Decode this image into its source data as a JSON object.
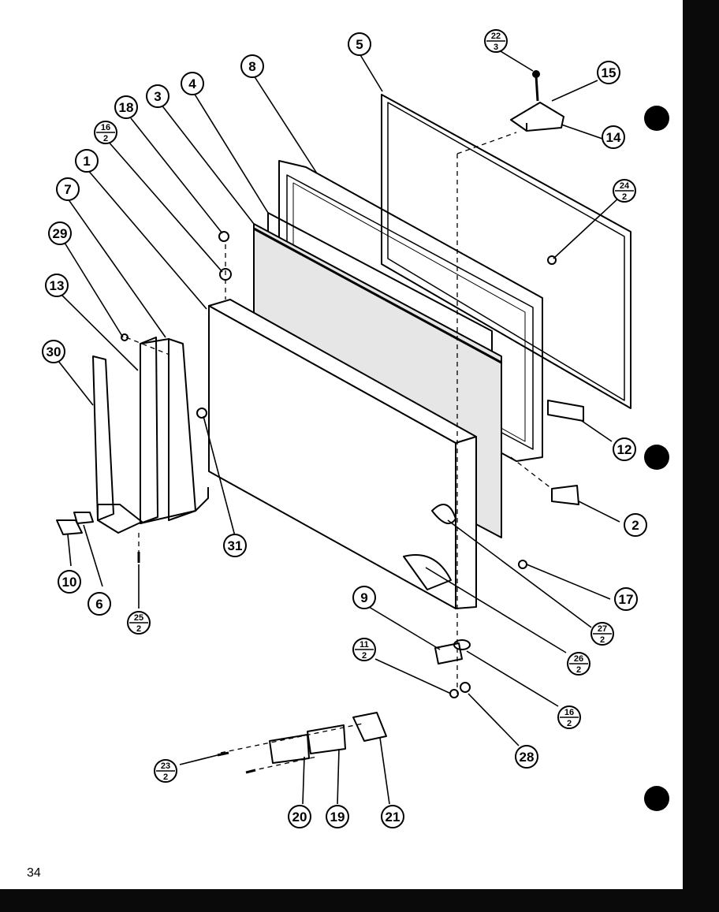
{
  "page_number": "34",
  "callouts": [
    {
      "num": "1"
    },
    {
      "num": "2"
    },
    {
      "num": "3"
    },
    {
      "num": "4"
    },
    {
      "num": "5"
    },
    {
      "num": "6"
    },
    {
      "num": "7"
    },
    {
      "num": "8"
    },
    {
      "num": "9"
    },
    {
      "num": "10"
    },
    {
      "num": "12"
    },
    {
      "num": "13"
    },
    {
      "num": "14"
    },
    {
      "num": "15"
    },
    {
      "num": "17"
    },
    {
      "num": "18"
    },
    {
      "num": "19"
    },
    {
      "num": "20"
    },
    {
      "num": "21"
    },
    {
      "num": "28"
    },
    {
      "num": "29"
    },
    {
      "num": "30"
    },
    {
      "num": "31"
    }
  ],
  "fraction_callouts": [
    {
      "top": "22",
      "bottom": "3"
    },
    {
      "top": "24",
      "bottom": "2"
    },
    {
      "top": "16",
      "bottom": "2"
    },
    {
      "top": "25",
      "bottom": "2"
    },
    {
      "top": "27",
      "bottom": "2"
    },
    {
      "top": "26",
      "bottom": "2"
    },
    {
      "top": "11",
      "bottom": "2"
    },
    {
      "top": "16",
      "bottom": "2"
    },
    {
      "top": "23",
      "bottom": "2"
    }
  ]
}
